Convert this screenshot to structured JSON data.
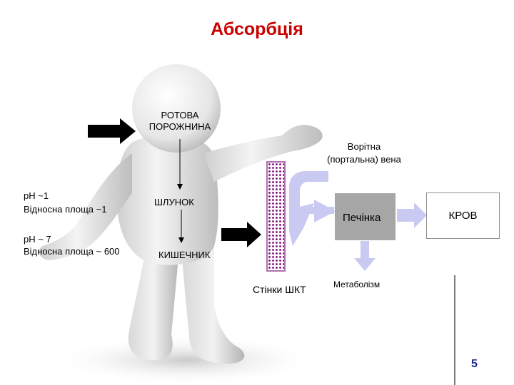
{
  "title": "Абсорбція",
  "labels": {
    "mouth_line1": "РОТОВА",
    "mouth_line2": "ПОРОЖНИНА",
    "stomach": "ШЛУНОК",
    "intestine": "КИШЕЧНИК",
    "ph1": "pH ~1",
    "area1": "Відносна площа ~1",
    "ph2": "pH ~ 7",
    "area2": "Відносна площа ~ 600",
    "portal_line1": "Ворітна",
    "portal_line2": "(портальна) вена",
    "liver": "Печінка",
    "blood": "КРОВ",
    "wall": "Стінки ШКТ",
    "metabolism": "Метаболізм"
  },
  "page_number": "5",
  "colors": {
    "title": "#cc0000",
    "arrow_light": "#c9c9f2",
    "wall_dots": "#8a1d8a",
    "liver_box": "#a6a6a6",
    "arrow_dark": "#000000",
    "page_number": "#1a2b8c"
  }
}
